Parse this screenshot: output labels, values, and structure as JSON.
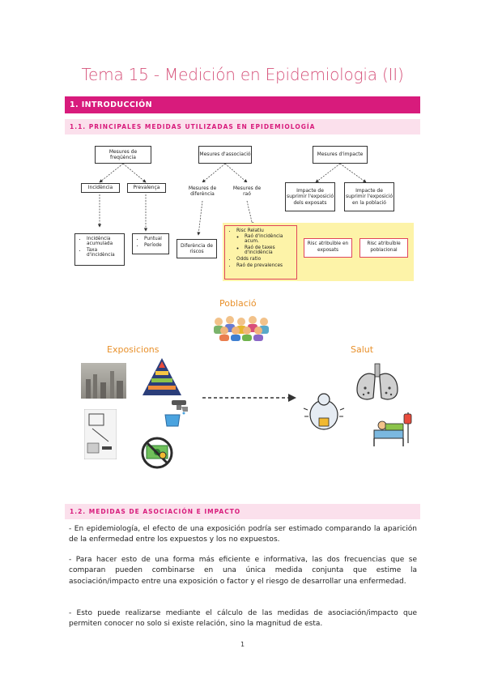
{
  "title": "Tema 15 - Medición en Epidemiologia (II)",
  "section1": {
    "heading": "1. INTRODUCCIÓN"
  },
  "section11": {
    "heading": "1.1. PRINCIPALES MEDIDAS UTILIZADAS EN EPIDEMIOLOGÍA"
  },
  "diagram": {
    "frecuencia": {
      "label": "Mesures de freqüència"
    },
    "incidencia": {
      "label": "Incidència"
    },
    "prevalenca": {
      "label": "Prevalença"
    },
    "incidencia_list": [
      "Incidència acumulada",
      "Taxa d'incidència"
    ],
    "prevalenca_list": [
      "Puntual",
      "Període"
    ],
    "associacio": {
      "label": "Mesures d'associació"
    },
    "diferencia": {
      "label": "Mesures de diferència"
    },
    "rao": {
      "label": "Mesures de raó"
    },
    "diferencia_riscos": {
      "label": "Diferència de riscos"
    },
    "rao_list": {
      "rr": "Risc Relatiu",
      "sub": [
        "Raó d'incidència acum.",
        "Raó de taxes d'incidència"
      ],
      "or": "Odds ratio",
      "rp": "Raó de prevalences"
    },
    "impacte": {
      "label": "Mesures d'impacte"
    },
    "impacte_exposats": {
      "label": "Impacte de suprimir l'exposició dels exposats"
    },
    "impacte_poblacio": {
      "label": "Impacte de suprimir l'exposició en la població"
    },
    "risc_exposats": {
      "label": "Risc atribuïble en exposats"
    },
    "risc_poblacional": {
      "label": "Risc atribuïble poblacional"
    }
  },
  "illustration": {
    "poblacio": "Població",
    "exposicions": "Exposicions",
    "salut": "Salut"
  },
  "section12": {
    "heading": "1.2. MEDIDAS DE ASOCIACIÓN E IMPACTO"
  },
  "paragraphs": [
    "- En epidemiología, el efecto de una exposición podría ser estimado comparando la aparición de la enfermedad entre los expuestos y los no expuestos.",
    "- Para hacer esto de una forma más eficiente e informativa, las dos frecuencias que se comparan pueden combinarse en una única medida conjunta que estime la asociación/impacto entre una exposición o factor y el riesgo de desarrollar una enfermedad.",
    "- Esto puede realizarse mediante el cálculo de las medidas de asociación/impacto que permiten conocer no solo si existe relación, sino la magnitud de esta."
  ],
  "page_number": "1",
  "colors": {
    "accent": "#d81b7c",
    "subheading_bg": "#fbe0ec",
    "title": "#d6527a",
    "label": "#e8902a",
    "highlight": "#fdf3a8",
    "red_border": "#e0455a"
  }
}
